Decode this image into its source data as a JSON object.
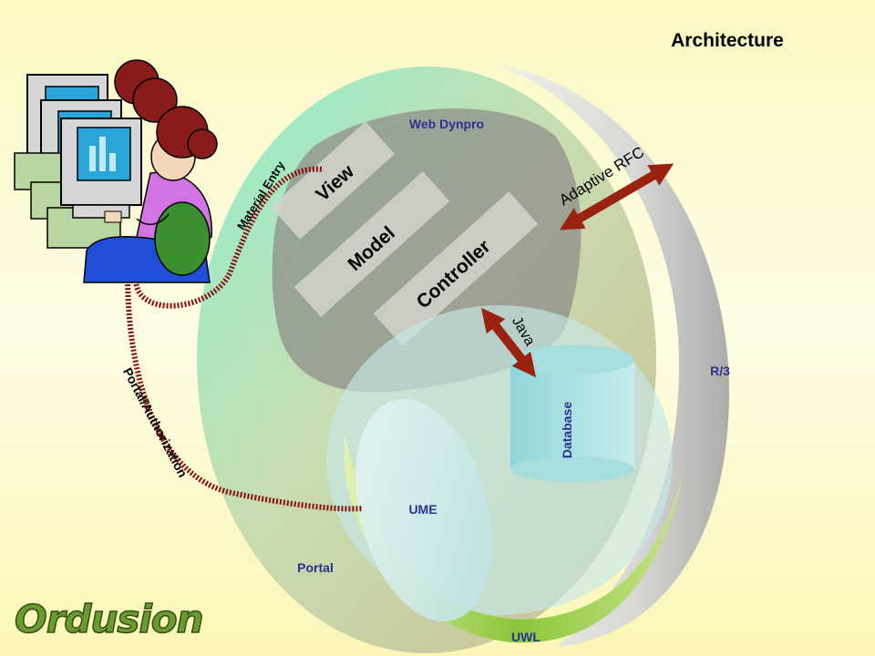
{
  "slide": {
    "title": "Architecture",
    "brand": "Ordusion"
  },
  "diagram": {
    "web_dynpro": "Web Dynpro",
    "view": "View",
    "model": "Model",
    "controller": "Controller",
    "adaptive_rfc": "Adaptive RFC",
    "java": "Java",
    "database": "Database",
    "r3": "R/3",
    "ume": "UME",
    "portal": "Portal",
    "uwl": "UWL",
    "material_entry": "Material Entry",
    "portal_authorization": "Portal/Authorization"
  },
  "colors": {
    "label_blue": "#2e3192",
    "arrow_red": "#9a2310",
    "brand_green": "#5a8a2a"
  }
}
